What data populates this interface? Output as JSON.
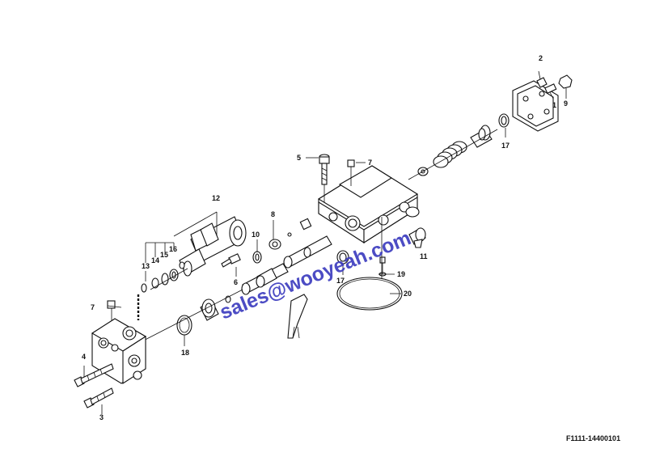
{
  "diagram": {
    "reference_code": "F1111-14400101",
    "watermark": "sales@wooyeah.com",
    "colors": {
      "watermark": "#3d3dbf",
      "ink": "#111111",
      "background": "#ffffff"
    },
    "callouts": [
      {
        "id": "c2",
        "text": "2"
      },
      {
        "id": "c9",
        "text": "9"
      },
      {
        "id": "c1",
        "text": "1"
      },
      {
        "id": "c17a",
        "text": "17"
      },
      {
        "id": "c5",
        "text": "5"
      },
      {
        "id": "c7a",
        "text": "7"
      },
      {
        "id": "c12",
        "text": "12"
      },
      {
        "id": "c8",
        "text": "8"
      },
      {
        "id": "c10",
        "text": "10"
      },
      {
        "id": "c11",
        "text": "11"
      },
      {
        "id": "c13",
        "text": "13"
      },
      {
        "id": "c14",
        "text": "14"
      },
      {
        "id": "c15",
        "text": "15"
      },
      {
        "id": "c16",
        "text": "16"
      },
      {
        "id": "c6",
        "text": "6"
      },
      {
        "id": "c17b",
        "text": "17"
      },
      {
        "id": "c19",
        "text": "19"
      },
      {
        "id": "c20",
        "text": "20"
      },
      {
        "id": "c7b",
        "text": "7"
      },
      {
        "id": "c18",
        "text": "18"
      },
      {
        "id": "c4",
        "text": "4"
      },
      {
        "id": "c3",
        "text": "3"
      }
    ]
  }
}
